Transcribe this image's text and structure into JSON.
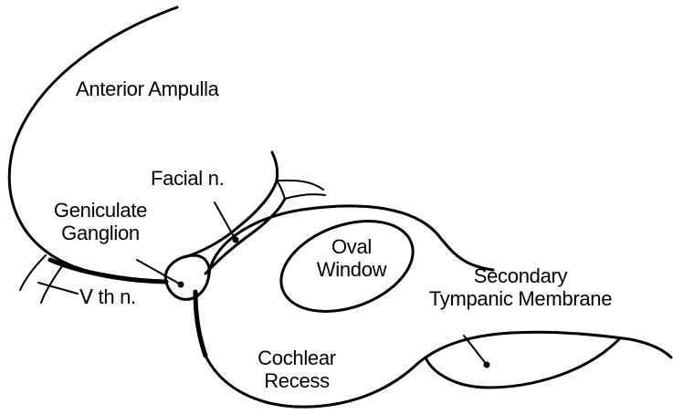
{
  "diagram": {
    "labels": {
      "anterior_ampulla": "Anterior Ampulla",
      "facial_nerve": "Facial n.",
      "geniculate_ganglion": [
        "Geniculate",
        "Ganglion"
      ],
      "fifth_nerve": "Ⅴ th n.",
      "oval_window": [
        "Oval",
        "Window"
      ],
      "secondary_tympanic_membrane": [
        "Secondary",
        "Tympanic Membrane"
      ],
      "cochlear_recess": [
        "Cochlear",
        "Recess"
      ]
    },
    "colors": {
      "ink": "#000000",
      "background": "#ffffff"
    }
  }
}
